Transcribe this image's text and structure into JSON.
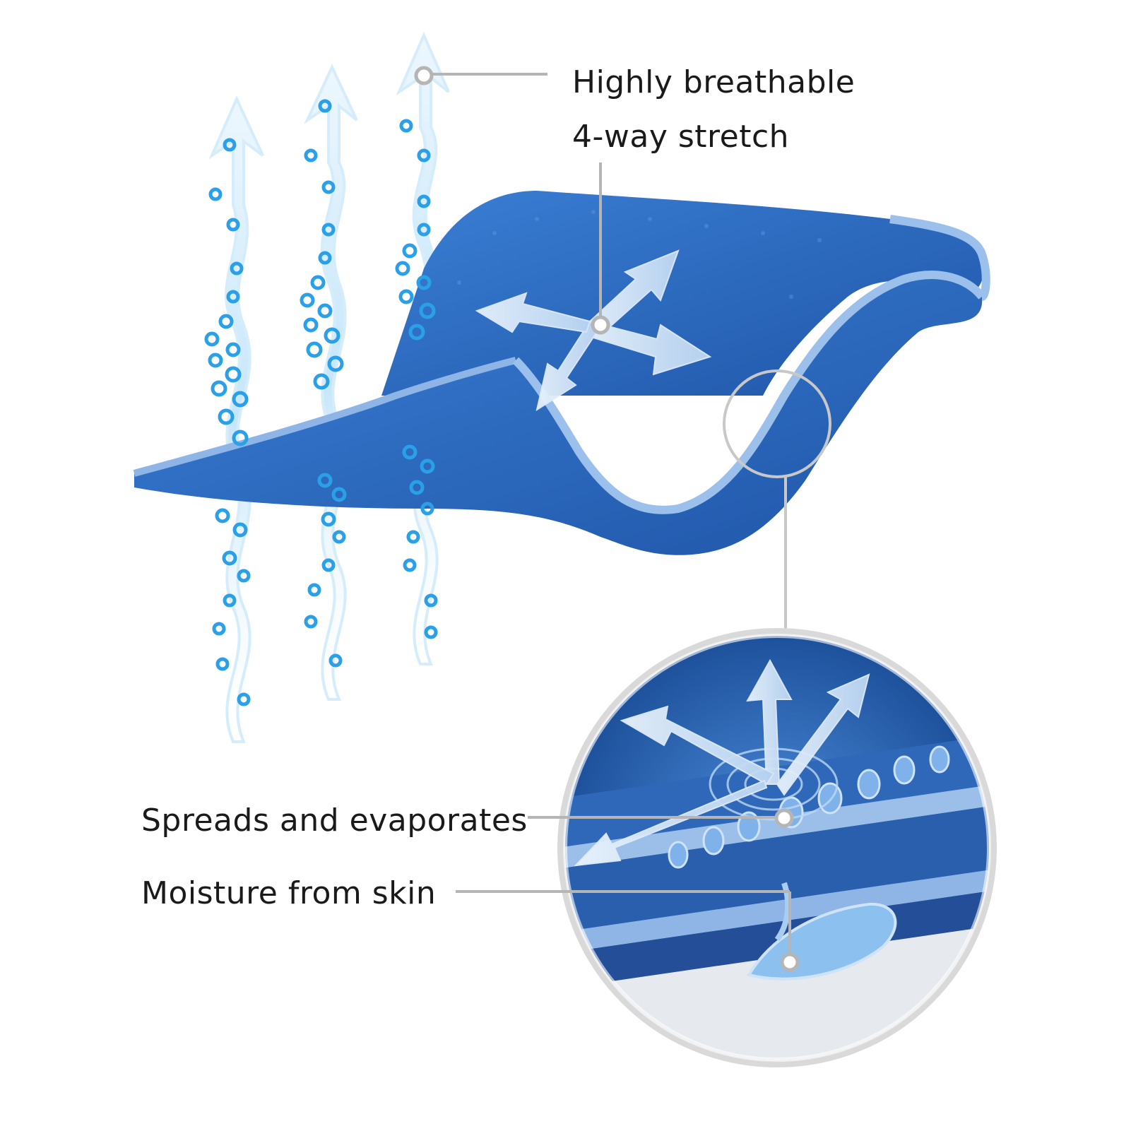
{
  "labels": {
    "breathable": "Highly breathable",
    "stretch": "4-way stretch",
    "spreads": "Spreads and evaporates",
    "moisture": "Moisture from skin"
  },
  "colors": {
    "fabric_blue": "#2f6fc4",
    "fabric_dark": "#1d4f9c",
    "fabric_edge": "#8fb4e6",
    "vapor_light": "#cfe9fb",
    "bubble_blue": "#2aa0e8",
    "callout_gray": "#b5b5b5",
    "text": "#1a1a1a"
  },
  "icons": [
    "vapor-arrow-icon",
    "stretch-arrows-icon",
    "magnifier-circle-icon",
    "water-droplet-icon"
  ]
}
